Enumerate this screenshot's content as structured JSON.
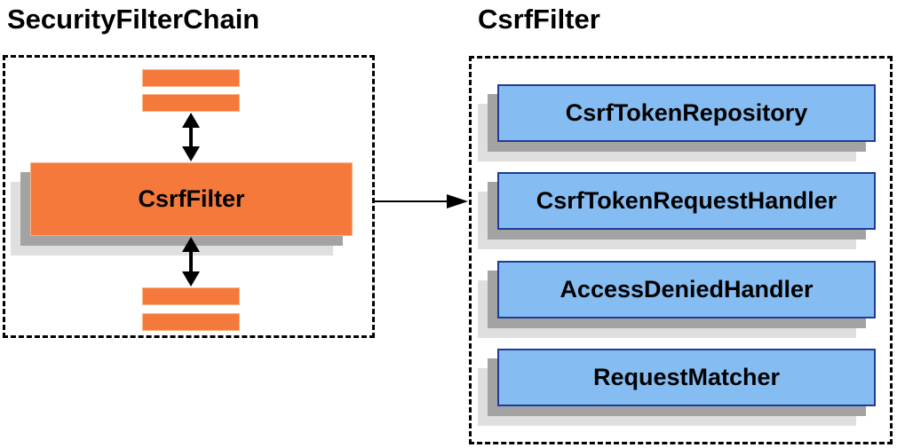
{
  "diagram": {
    "left_panel": {
      "title": "SecurityFilterChain",
      "node_label": "CsrfFilter"
    },
    "right_panel": {
      "title": "CsrfFilter",
      "components": [
        "CsrfTokenRepository",
        "CsrfTokenRequestHandler",
        "AccessDeniedHandler",
        "RequestMatcher"
      ]
    },
    "colors": {
      "orange": "#F4793B",
      "orange-edge": "#FBB584",
      "blue-fill": "#85BDF2",
      "blue-border": "#1E3C96",
      "shadow-dark": "#A3A3A3",
      "shadow-light": "#DFDFDF",
      "line": "#000000"
    }
  }
}
